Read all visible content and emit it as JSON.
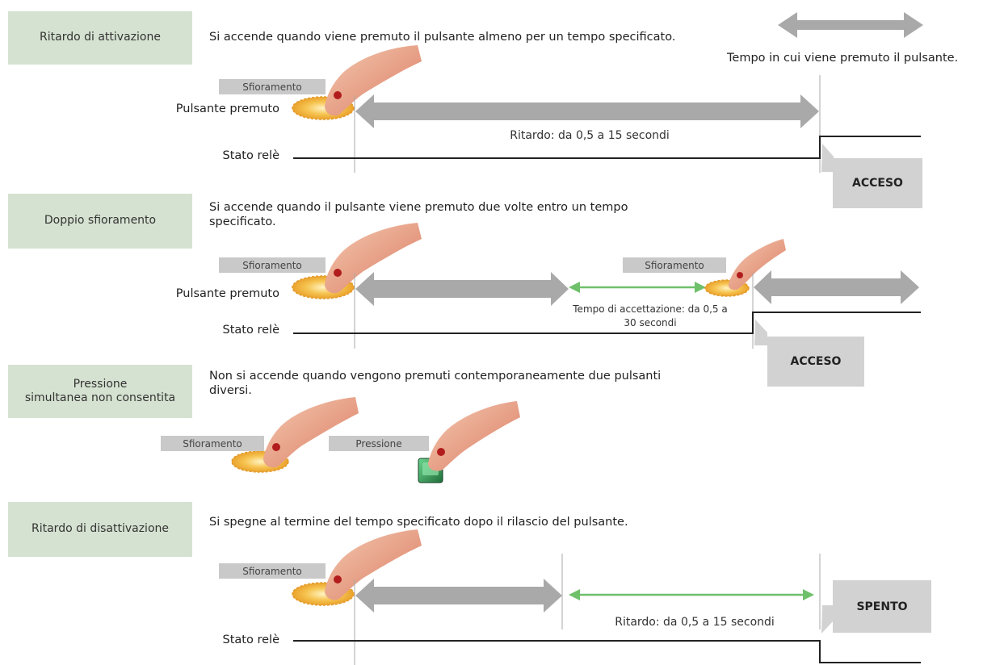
{
  "legend": {
    "text": "Tempo in cui viene premuto il pulsante."
  },
  "sections": [
    {
      "mode": "Ritardo di attivazione",
      "description": "Si accende quando viene premuto il pulsante almeno per un tempo specificato.",
      "touch_tag": "Sfioramento",
      "button_row_label": "Pulsante premuto",
      "relay_row_label": "Stato relè",
      "delay_caption": "Ritardo: da 0,5 a 15 secondi",
      "state_label": "ACCESO"
    },
    {
      "mode": "Doppio sfioramento",
      "description_line1": "Si accende quando il pulsante viene premuto due volte entro un tempo",
      "description_line2": "specificato.",
      "touch_tag_1": "Sfioramento",
      "touch_tag_2": "Sfioramento",
      "button_row_label": "Pulsante premuto",
      "relay_row_label": "Stato relè",
      "accept_caption_line1": "Tempo di accettazione: da 0,5 a",
      "accept_caption_line2": "30 secondi",
      "state_label": "ACCESO"
    },
    {
      "mode_line1": "Pressione",
      "mode_line2": "simultanea non consentita",
      "description_line1": "Non si accende quando vengono premuti contemporaneamente due pulsanti",
      "description_line2": "diversi.",
      "touch_tag": "Sfioramento",
      "press_tag": "Pressione"
    },
    {
      "mode": "Ritardo di disattivazione",
      "description": "Si spegne al termine del tempo specificato dopo il rilascio del pulsante.",
      "touch_tag": "Sfioramento",
      "relay_row_label": "Stato relè",
      "delay_caption": "Ritardo: da 0,5 a 15 secondi",
      "state_label": "SPENTO"
    }
  ],
  "colors": {
    "mode_box": "#d6e2d1",
    "time_arrow": "#a9a9a9",
    "accept_arrow": "#6fc06a",
    "state_box": "#d2d2d2",
    "touch_glow": "#f2b53c"
  }
}
